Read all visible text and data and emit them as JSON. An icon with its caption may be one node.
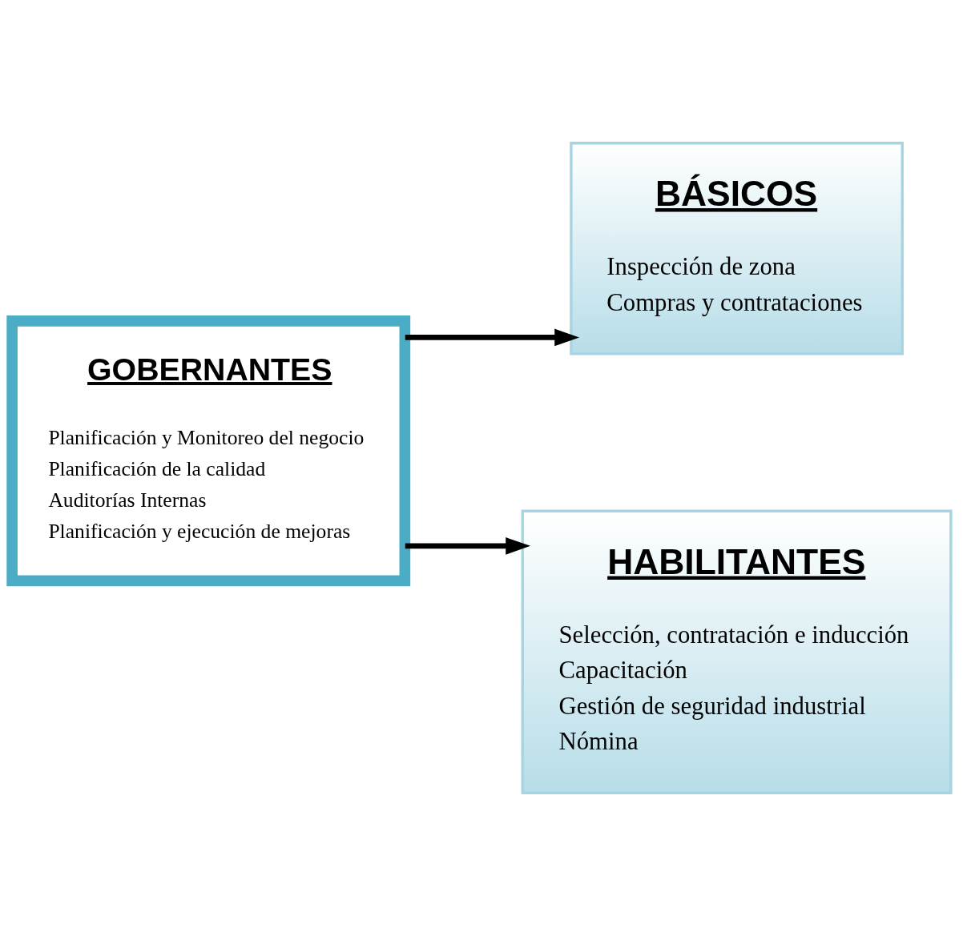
{
  "diagram": {
    "nodes": [
      {
        "text": [
          "GOBERNANTES",
          "Planificación y Monitoreo del negocio",
          "Planificación de la calidad",
          "Auditorías Internas",
          "Planificación y ejecución de mejoras"
        ]
      },
      {
        "text": [
          "BÁSICOS",
          "Inspección de zona",
          "Compras y contrataciones"
        ]
      },
      {
        "text": [
          "HABILITANTES",
          "Selección, contratación e inducción",
          "Capacitación",
          "Gestión de seguridad industrial",
          "Nómina"
        ]
      }
    ],
    "edges": [
      {
        "from": 0,
        "to": 1,
        "arrow": "to"
      },
      {
        "from": 0,
        "to": 2,
        "arrow": "to"
      }
    ]
  }
}
